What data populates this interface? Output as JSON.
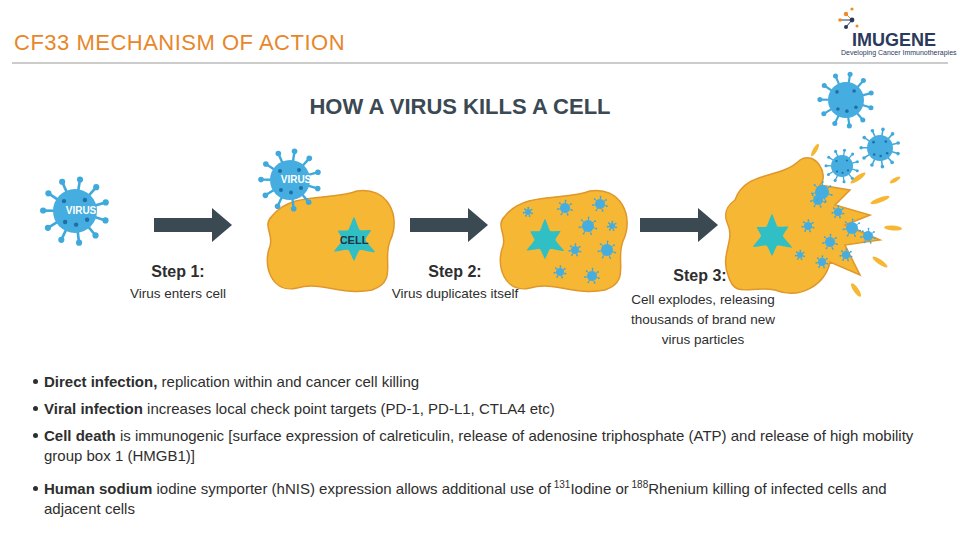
{
  "diagram": {
    "title": "CF33 MECHANISM OF ACTION",
    "nodes": [
      {
        "text": [
          "VIRUS"
        ]
      },
      {
        "text": [
          "VIRUS"
        ]
      },
      {
        "text": [
          "CELL"
        ]
      }
    ],
    "edges": [
      {
        "from": 0,
        "to": 2,
        "arrow": "to"
      }
    ],
    "labels": [
      "IMUGENE",
      "Developing Cancer Immunotherapies",
      "HOW A VIRUS KILLS A CELL",
      "Step 1:",
      "Virus enters cell",
      "Step 2:",
      "Virus duplicates itself",
      "Step 3:",
      "Cell explodes, releasing thousands of brand new virus particles",
      "Direct infection,",
      "replication within and cancer cell killing",
      "Viral infection",
      "increases local check point targets (PD-1, PD-L1, CTLA4 etc)",
      "Cell death",
      "is immunogenic [surface expression of calreticulin, release of adenosine triphosphate (ATP) and release of high mobility group box 1 (HMGB1)]",
      "Human sodium",
      "iodine symporter (hNIS) expression allows additional use of",
      "131",
      "Iodine or",
      "188",
      "Rhenium killing of infected cells and adjacent cells"
    ]
  }
}
